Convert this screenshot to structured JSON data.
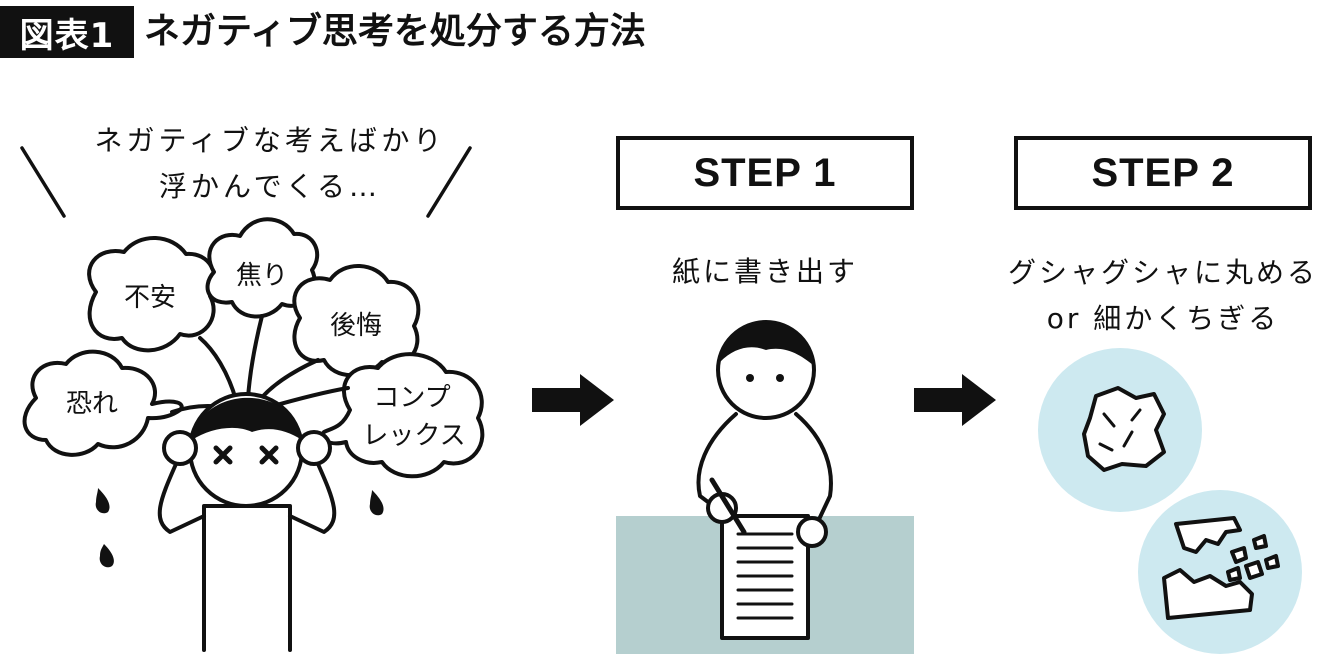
{
  "header": {
    "badge": "図表1",
    "title": "ネガティブ思考を処分する方法"
  },
  "intro": {
    "line1": "ネガティブな考えばかり",
    "line2": "浮かんでくる…"
  },
  "worries": [
    "不安",
    "焦り",
    "後悔",
    "恐れ",
    "コンプ",
    "レックス"
  ],
  "steps": [
    {
      "label": "STEP 1",
      "caption": "紙に書き出す"
    },
    {
      "label": "STEP 2",
      "caption_line1": "グシャグシャに丸める",
      "caption_line2": "or 細かくちぎる"
    }
  ],
  "colors": {
    "ink": "#111111",
    "desk": "#b5cfcf",
    "circle": "#cde9f0"
  },
  "icons": [
    "confused-person-icon",
    "arrow-right-icon",
    "writing-person-icon",
    "crumpled-paper-icon",
    "torn-paper-icon"
  ]
}
